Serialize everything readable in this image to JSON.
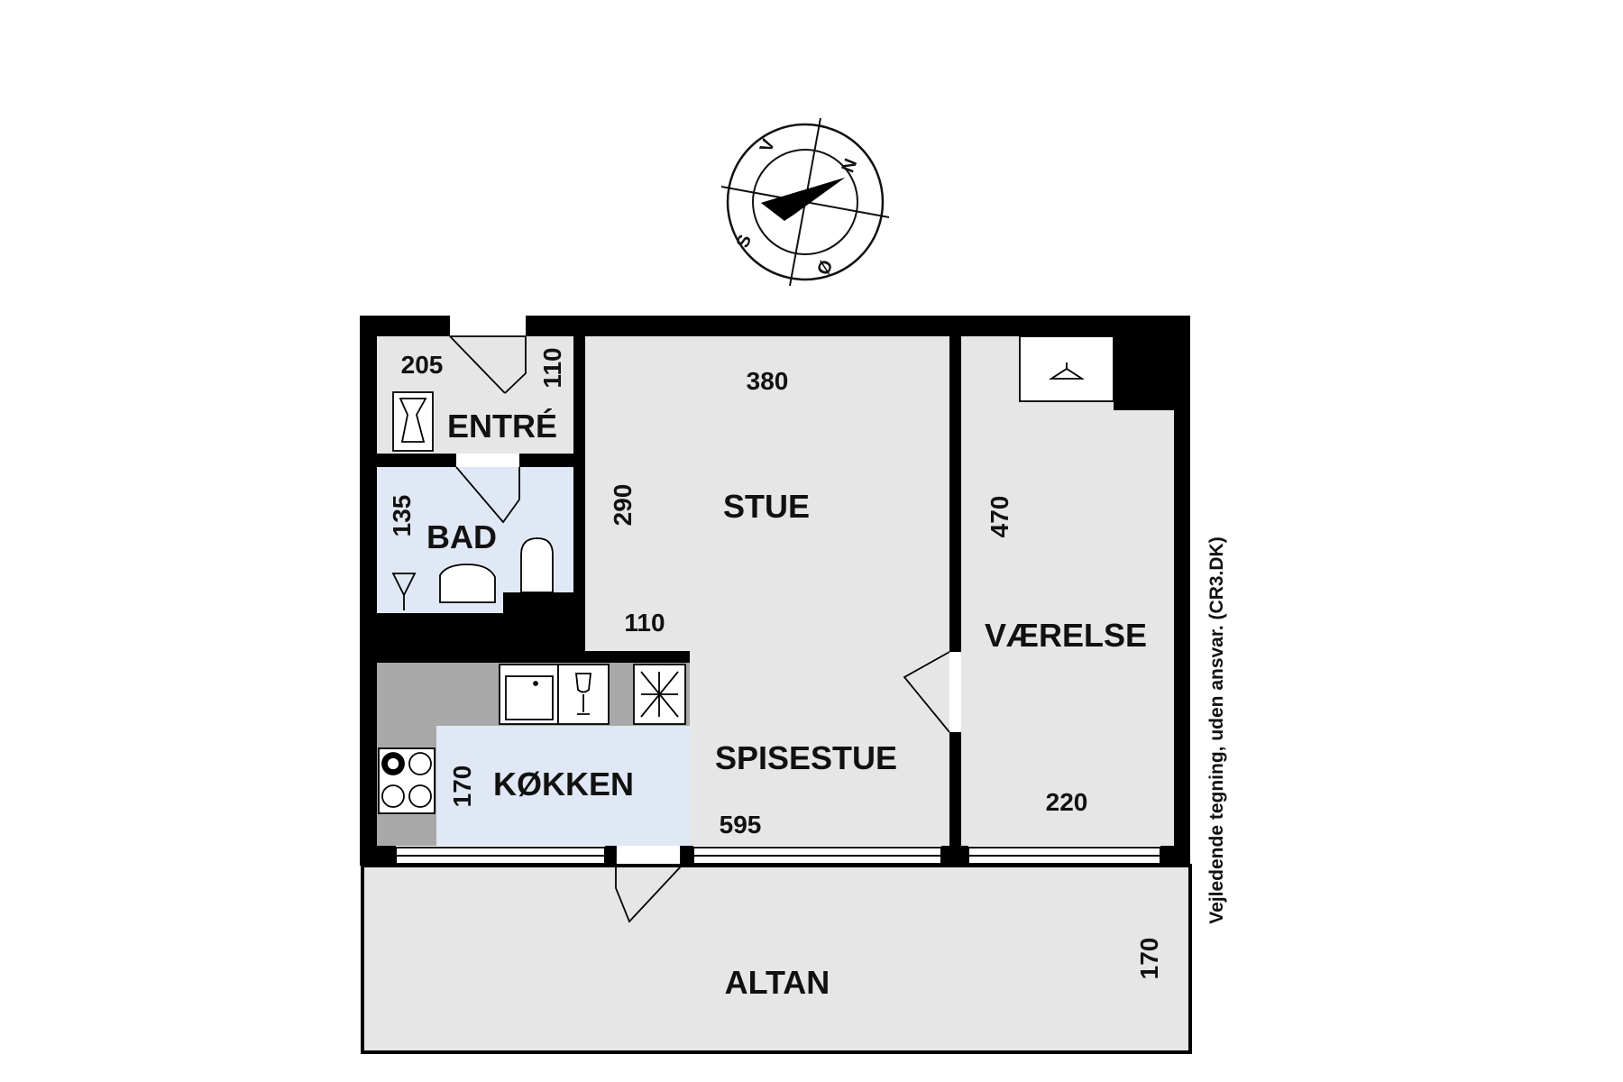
{
  "rooms": {
    "entre": "ENTRÉ",
    "bad": "BAD",
    "stue": "STUE",
    "spisestue": "SPISESTUE",
    "koekken": "KØKKEN",
    "vaerelse": "VÆRELSE",
    "altan": "ALTAN"
  },
  "dimensions": {
    "entre_width": "205",
    "entre_depth": "110",
    "bad_depth": "135",
    "stue_width": "380",
    "stue_depth": "290",
    "passage_width": "110",
    "koekken_depth": "170",
    "total_width": "595",
    "vaerelse_depth": "470",
    "vaerelse_width": "220",
    "altan_depth": "170"
  },
  "compass": {
    "north": "N",
    "west": "V",
    "south": "S",
    "east": "Ø"
  },
  "note": "Vejledende tegning, uden ansvar. (CR3.DK)",
  "colors": {
    "wall": "#000000",
    "floor_gray": "#e6e6e6",
    "floor_blue": "#e0e8f5",
    "counter_gray": "#a9a9a9"
  }
}
